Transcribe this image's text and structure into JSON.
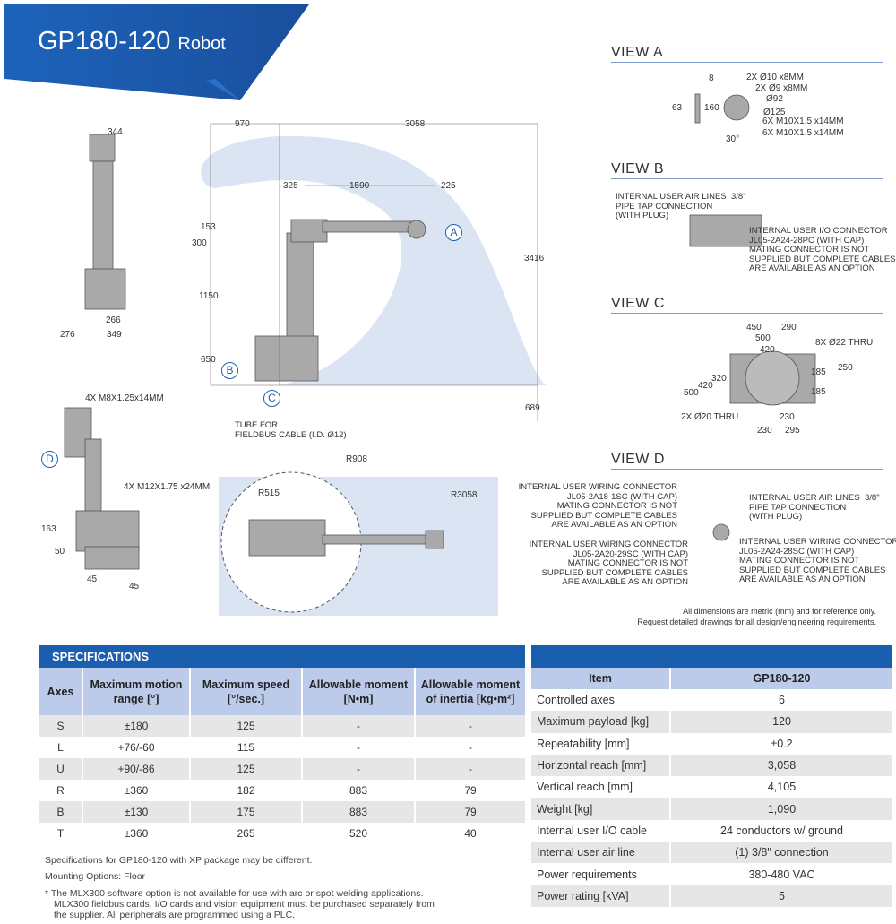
{
  "header": {
    "title": "GP180-120",
    "subtitle": "Robot"
  },
  "views": {
    "a": "VIEW A",
    "b": "VIEW B",
    "c": "VIEW C",
    "d": "VIEW D"
  },
  "dims": {
    "side": [
      "344",
      "266",
      "276",
      "349"
    ],
    "main": [
      "970",
      "3058",
      "325",
      "1590",
      "225",
      "153",
      "300",
      "1150",
      "650",
      "3416",
      "689"
    ],
    "main_callouts": [
      "A",
      "B",
      "C"
    ],
    "tube_note": "TUBE FOR\nFIELDBUS CABLE (I.D. Ø12)",
    "d_view": [
      "4X M8X1.25x14MM",
      "D",
      "4X M12X1.75 x24MM",
      "163",
      "50",
      "45",
      "45"
    ],
    "plan": [
      "R908",
      "R515",
      "R3058"
    ],
    "view_a": [
      "8",
      "63",
      "160",
      "2X Ø10 x8MM",
      "2X Ø9 x8MM",
      "Ø92",
      "Ø125",
      "6X M10X1.5 x14MM",
      "6X M10X1.5 x14MM",
      "30°"
    ],
    "view_c": [
      "450",
      "290",
      "500",
      "420",
      "8X Ø22 THRU",
      "320",
      "420",
      "500",
      "185",
      "250",
      "185",
      "2X Ø20 THRU",
      "230",
      "230",
      "295"
    ]
  },
  "view_b_notes": [
    "Internal user air lines  3/8\"\nPipe tap connection\n(with plug)",
    "Internal user I/O connector\nJL05-2A24-28PC (with cap)\nMating connector is not\nsupplied but complete cables\nare available as an option"
  ],
  "view_d_notes": [
    "Internal user wiring connector\nJL05-2A18-1SC (with cap)\nMating connector is not\nsupplied but complete cables\nare available as an option",
    "Internal user air lines  3/8\"\nPipe tap connection\n(with plug)",
    "Internal user wiring connector\nJL05-2A20-29SC (with cap)\nMating connector is not\nsupplied but complete cables\nare available as an option",
    "Internal user wiring connector\nJL05-2A24-28SC (with cap)\nMating connector is not\nsupplied but complete cables\nare available as an option"
  ],
  "disclaimer": [
    "All dimensions are metric (mm) and for reference only.",
    "Request detailed drawings for all design/engineering requirements."
  ],
  "specs": {
    "title": "SPECIFICATIONS",
    "headers": [
      "Axes",
      "Maximum motion range [°]",
      "Maximum speed [°/sec.]",
      "Allowable moment [N•m]",
      "Allowable moment of inertia [kg•m²]"
    ],
    "rows": [
      [
        "S",
        "±180",
        "125",
        "-",
        "-"
      ],
      [
        "L",
        "+76/-60",
        "115",
        "-",
        "-"
      ],
      [
        "U",
        "+90/-86",
        "125",
        "-",
        "-"
      ],
      [
        "R",
        "±360",
        "182",
        "883",
        "79"
      ],
      [
        "B",
        "±130",
        "175",
        "883",
        "79"
      ],
      [
        "T",
        "±360",
        "265",
        "520",
        "40"
      ]
    ]
  },
  "footnotes": [
    "Specifications for GP180-120 with XP package may be different.",
    "Mounting Options: Floor",
    "* The MLX300 software option is not available for use with arc or spot welding applications.",
    "MLX300 fieldbus cards, I/O cards and vision equipment must be purchased separately from",
    "the supplier. All peripherals are programmed using a PLC."
  ],
  "items": {
    "headers": [
      "Item",
      "GP180-120"
    ],
    "rows": [
      [
        "Controlled axes",
        "6"
      ],
      [
        "Maximum payload [kg]",
        "120"
      ],
      [
        "Repeatability [mm]",
        "±0.2"
      ],
      [
        "Horizontal reach [mm]",
        "3,058"
      ],
      [
        "Vertical reach [mm]",
        "4,105"
      ],
      [
        "Weight [kg]",
        "1,090"
      ],
      [
        "Internal user I/O cable",
        "24 conductors w/ ground"
      ],
      [
        "Internal user air line",
        "(1) 3/8\" connection"
      ],
      [
        "Power requirements",
        "380-480 VAC"
      ],
      [
        "Power rating [kVA]",
        "5"
      ]
    ]
  },
  "colors": {
    "brand": "#1a5eb0",
    "header_fill": "#bccbea",
    "envelope": "#dbe4f3"
  }
}
